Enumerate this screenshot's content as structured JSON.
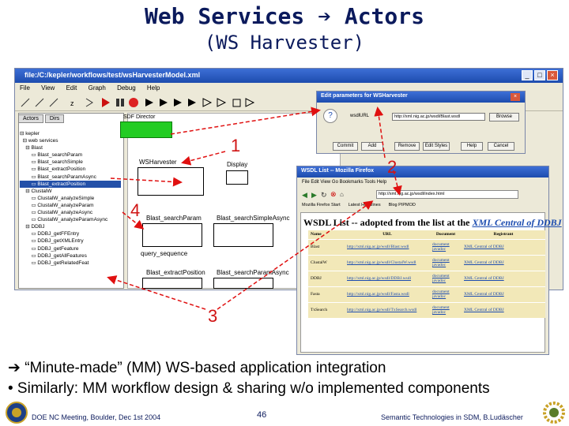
{
  "slide": {
    "title_line1": "Web Services ➔ Actors",
    "title_line2": "(WS Harvester)",
    "bullet1": "➔ “Minute-made” (MM) WS-based application integration",
    "bullet2": "•  Similarly: MM workflow design & sharing w/o implemented components",
    "footer_left": "DOE NC Meeting, Boulder, Dec 1st 2004",
    "page_number": "46",
    "footer_right": "Semantic Technologies in SDM, B.Ludäscher",
    "callouts": [
      "1",
      "2",
      "3",
      "4"
    ]
  },
  "kepler": {
    "title": "file:/C:/kepler/workflows/test/wsHarvesterModel.xml",
    "menu": [
      "File",
      "View",
      "Edit",
      "Graph",
      "Debug",
      "Help"
    ],
    "tabs": [
      "Actors",
      "Dirs"
    ],
    "tree": [
      "kepler",
      "web services",
      "Blast",
      "Blast_searchParam",
      "Blast_searchSimple",
      "Blast_extractPosition",
      "Blast_searchParamAsync",
      "Blast_extractPosition",
      "ClustalW",
      "ClustalW_analyzeSimple",
      "ClustalW_analyzeParam",
      "ClustalW_analyzeAsync",
      "ClustalW_analyzeParamAsync",
      "DDBJ",
      "DDBJ_getFFEntry",
      "DDBJ_getXMLEntry",
      "DDBJ_getFeature",
      "DDBJ_getAllFeatures",
      "DDBJ_getRelatedFeat"
    ],
    "director_label": "SDF Director",
    "actors": {
      "harvester": "WSHarvester",
      "display": "Display",
      "search_param": "Blast_searchParam",
      "search_simple": "Blast_searchSimpleAsync",
      "extract_position": "Blast_extractPosition",
      "param_async": "Blast_searchParamAsync",
      "query": "query_sequence"
    }
  },
  "edit_dialog": {
    "title": "Edit parameters for WSHarvester",
    "field_label": "wsdlURL",
    "field_value": "http://xml.nig.ac.jp/wsdl/Blast.wsdl",
    "buttons": [
      "Commit",
      "Add",
      "Remove",
      "Edit Styles",
      "Help",
      "Cancel"
    ],
    "browse": "Browse"
  },
  "firefox": {
    "title": "WSDL List -- Mozilla Firefox",
    "url": "http://xml.nig.ac.jp/wsdl/index.html",
    "tabs": [
      "Mozilla Firefox Start",
      "Latest Headlines",
      "Blog PIPMOD"
    ],
    "heading_plain": "WSDL List -- adopted from the list at the ",
    "heading_link": "XML Central of DDBJ",
    "columns": [
      "Name",
      "URL",
      "Document",
      "Registrant"
    ],
    "rows": [
      [
        "Blast",
        "http://xml.nig.ac.jp/wsdl/Blast.wsdl",
        "document javadoc",
        "XML Central of DDBJ"
      ],
      [
        "ClustalW",
        "http://xml.nig.ac.jp/wsdl/ClustalW.wsdl",
        "document javadoc",
        "XML Central of DDBJ"
      ],
      [
        "DDBJ",
        "http://xml.nig.ac.jp/wsdl/DDBJ.wsdl",
        "document javadoc",
        "XML Central of DDBJ"
      ],
      [
        "Fasta",
        "http://xml.nig.ac.jp/wsdl/Fasta.wsdl",
        "document javadoc",
        "XML Central of DDBJ"
      ],
      [
        "TxSearch",
        "http://xml.nig.ac.jp/wsdl/TxSearch.wsdl",
        "document javadoc",
        "XML Central of DDBJ"
      ]
    ]
  }
}
